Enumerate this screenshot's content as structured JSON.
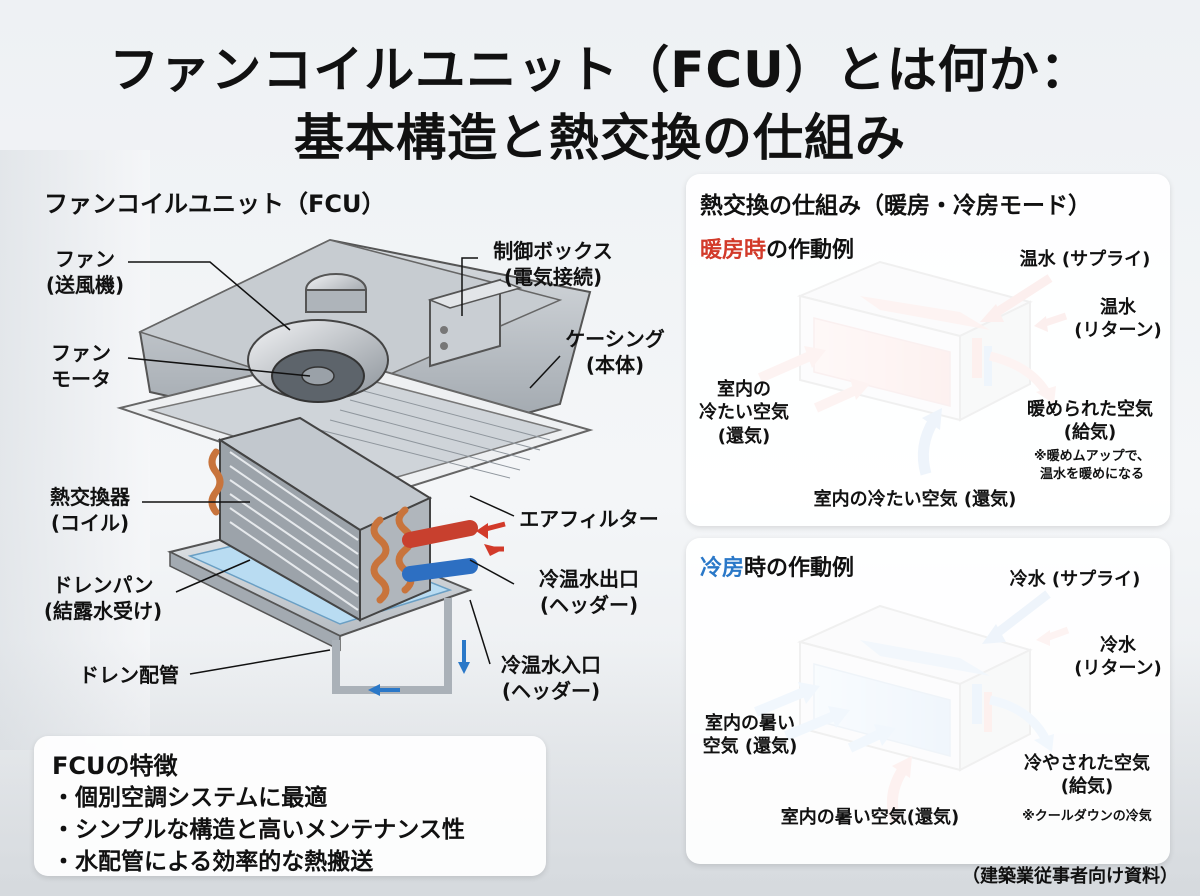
{
  "title": {
    "line1": "ファンコイルユニット（FCU）とは何か：",
    "line2": "基本構造と熱交換の仕組み"
  },
  "fcu": {
    "heading": "ファンコイルユニット（FCU）",
    "labels": {
      "fan": [
        "ファン",
        "(送風機)"
      ],
      "fan_motor": [
        "ファン",
        "モータ"
      ],
      "heat_exchanger": [
        "熱交換器",
        "(コイル)"
      ],
      "drain_pan": [
        "ドレンパン",
        "(結露水受け)"
      ],
      "drain_pipe": "ドレン配管",
      "control_box": [
        "制御ボックス",
        "(電気接続)"
      ],
      "casing": [
        "ケーシング",
        "(本体)"
      ],
      "air_filter": "エアフィルター",
      "outlet": [
        "冷温水出口",
        "(ヘッダー)"
      ],
      "inlet": [
        "冷温水入口",
        "(ヘッダー)"
      ]
    }
  },
  "heat_panel": {
    "title": "熱交換の仕組み（暖房・冷房モード）",
    "heating": {
      "mode_colored": "暖房時",
      "mode_rest": "の作動例",
      "supply": "温水 (サプライ)",
      "return": [
        "温水",
        "(リターン)"
      ],
      "room_air": [
        "室内の",
        "冷たい空気",
        "(還気)"
      ],
      "warmed_air": [
        "暖められた空気",
        "(給気)"
      ],
      "note": [
        "※暖めムアップで、",
        "温水を暖めになる"
      ],
      "bottom_air": "室内の冷たい空気 (還気)"
    },
    "cooling": {
      "mode_colored": "冷房",
      "mode_rest": "時の作動例",
      "supply": "冷水 (サプライ)",
      "return": [
        "冷水",
        "(リターン)"
      ],
      "room_air": [
        "室内の暑い",
        "空気 (還気)"
      ],
      "cooled_air": [
        "冷やされた空気",
        "(給気)"
      ],
      "note": "※クールダウンの冷気",
      "bottom_air": "室内の暑い空気(還気)"
    }
  },
  "features": {
    "title": "FCUの特徴",
    "items": [
      "・個別空調システムに最適",
      "・シンプルな構造と高いメンテナンス性",
      "・水配管による効率的な熱搬送"
    ]
  },
  "footer_note": "（建築業従事者向け資料）",
  "colors": {
    "hot": "#d23a2a",
    "cold": "#2a78c8",
    "copper": "#c8743c"
  }
}
